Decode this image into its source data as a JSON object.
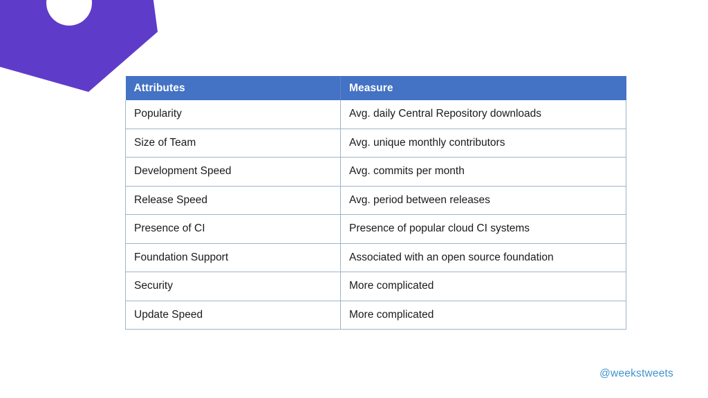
{
  "slide": {
    "background_color": "#ffffff"
  },
  "decoration": {
    "shape_name": "purple-pentagon",
    "fill_color": "#5E3CC9",
    "cutout_name": "white-circle-cutout",
    "cutout_color": "#ffffff"
  },
  "table": {
    "header_background": "#4472C4",
    "header_text_color": "#ffffff",
    "border_color": "#9FB3C8",
    "columns": [
      "Attributes",
      "Measure"
    ],
    "rows": [
      [
        "Popularity",
        "Avg. daily Central Repository downloads"
      ],
      [
        "Size of Team",
        "Avg. unique monthly contributors"
      ],
      [
        "Development Speed",
        "Avg. commits per month"
      ],
      [
        "Release Speed",
        "Avg. period between releases"
      ],
      [
        "Presence of CI",
        "Presence of popular cloud CI systems"
      ],
      [
        "Foundation Support",
        "Associated with an open source foundation"
      ],
      [
        "Security",
        "More complicated"
      ],
      [
        "Update Speed",
        "More complicated"
      ]
    ]
  },
  "watermark": {
    "text": "@weekstweets",
    "color": "#3E93CC"
  }
}
